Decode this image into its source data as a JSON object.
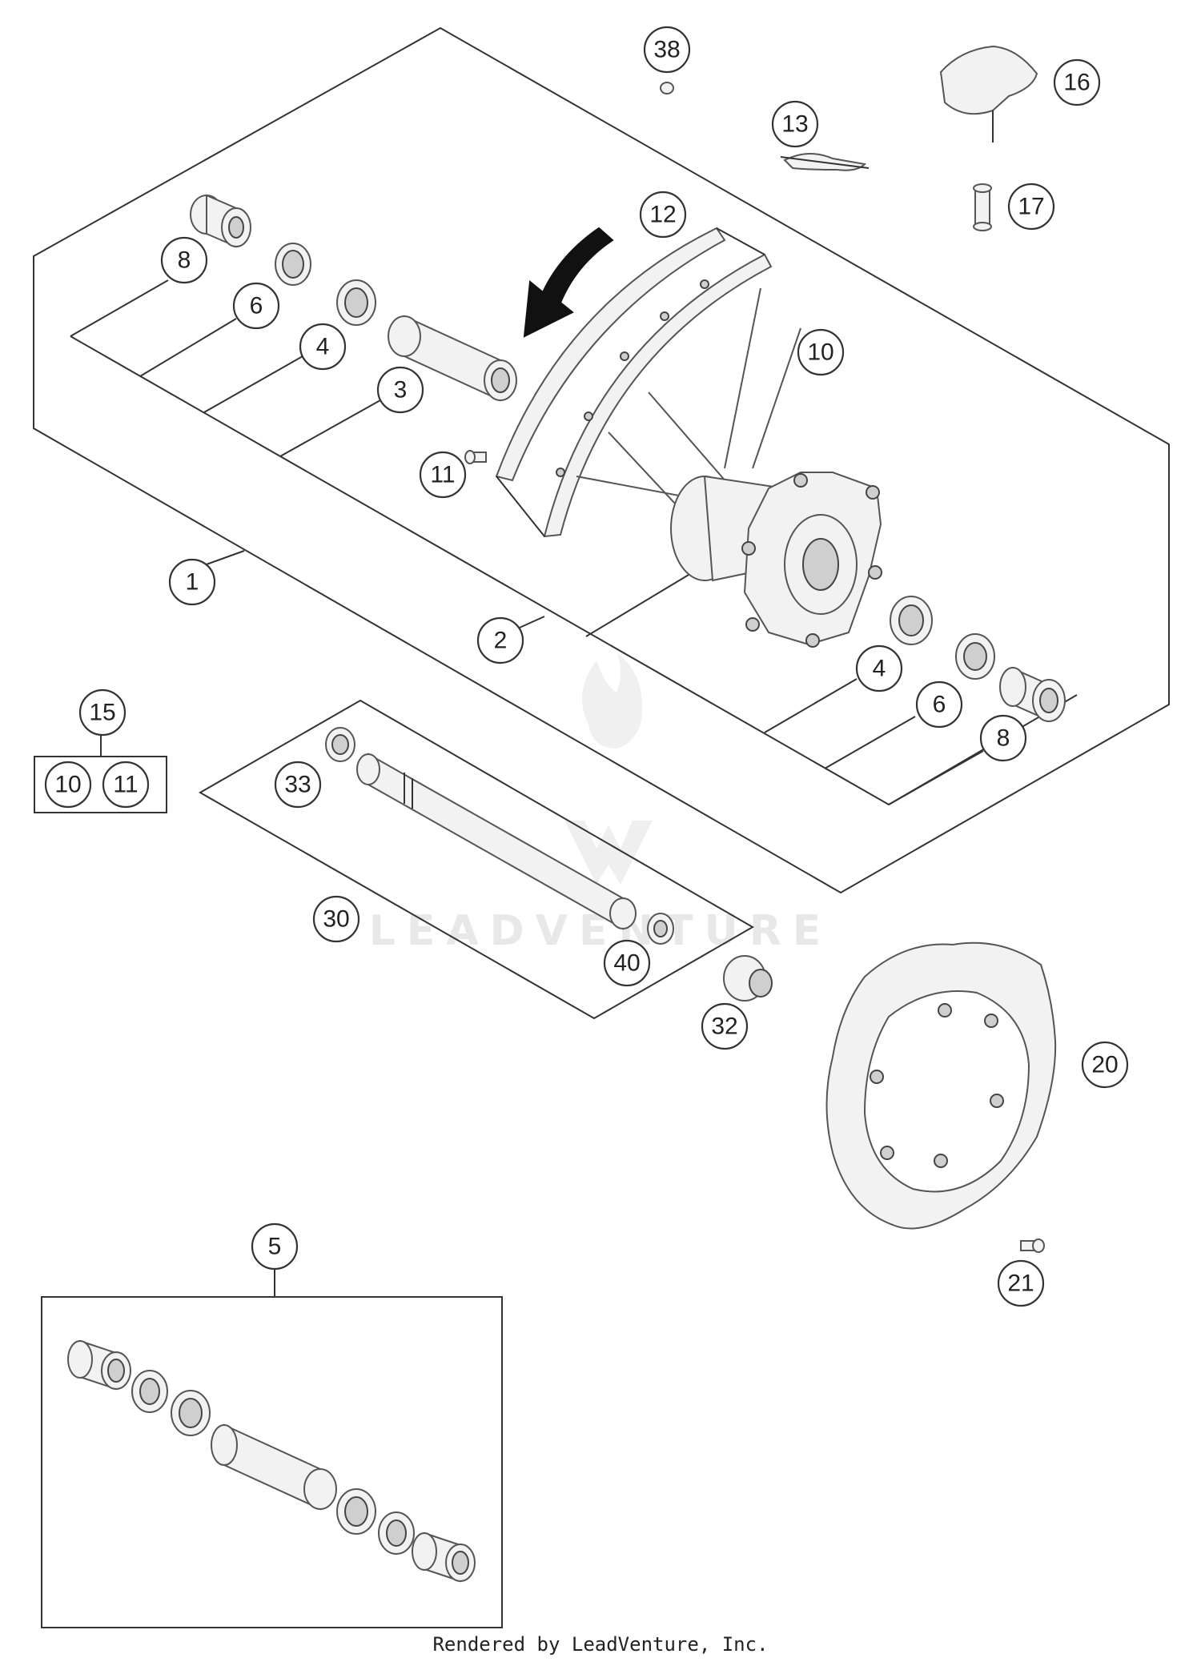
{
  "diagram": {
    "callouts": [
      "38",
      "16",
      "13",
      "17",
      "12",
      "8",
      "6",
      "4",
      "3",
      "10",
      "11",
      "1",
      "2",
      "4",
      "6",
      "8",
      "15",
      "10",
      "11",
      "33",
      "30",
      "40",
      "32",
      "20",
      "21",
      "5"
    ],
    "watermark": "LEADVENTURE"
  },
  "footer": {
    "text": "Rendered by LeadVenture, Inc."
  },
  "colors": {
    "line": "#333333",
    "part_fill": "#f2f2f2",
    "watermark": "#e6e6e6"
  }
}
